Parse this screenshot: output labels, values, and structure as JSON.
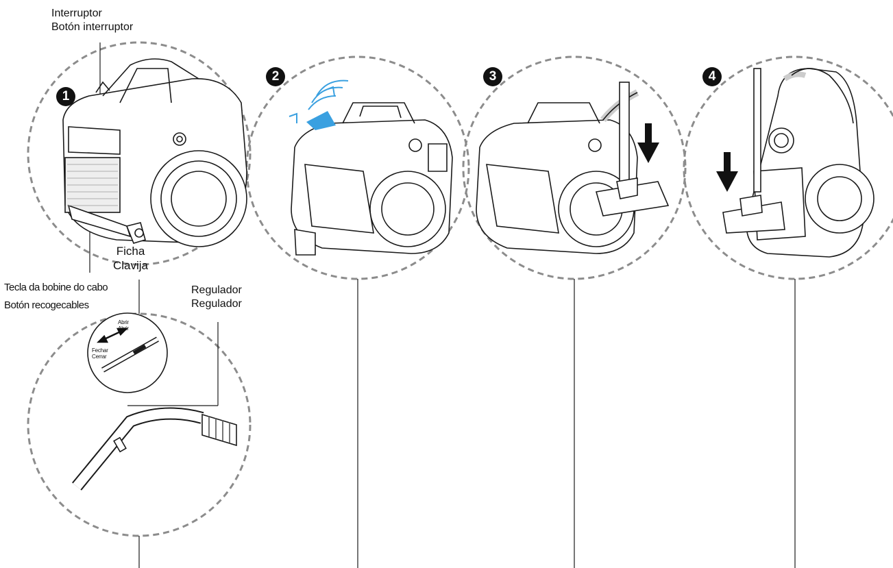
{
  "labels": {
    "switch": [
      "Interruptor",
      "Botón interruptor"
    ],
    "plug": [
      "Ficha",
      "Clavija"
    ],
    "cord_button": [
      "Tecla da bobine do cabo",
      "Botón recogecables"
    ],
    "regulator": [
      "Regulador",
      "Regulador"
    ],
    "open": [
      "Abrir",
      "Abrir"
    ],
    "close": [
      "Fechar",
      "Cerrar"
    ]
  },
  "steps": [
    "1",
    "2",
    "3",
    "4"
  ],
  "colors": {
    "line": "#1a1a1a",
    "dash": "#8c8c8c",
    "accent_blue": "#3aa0e0"
  }
}
